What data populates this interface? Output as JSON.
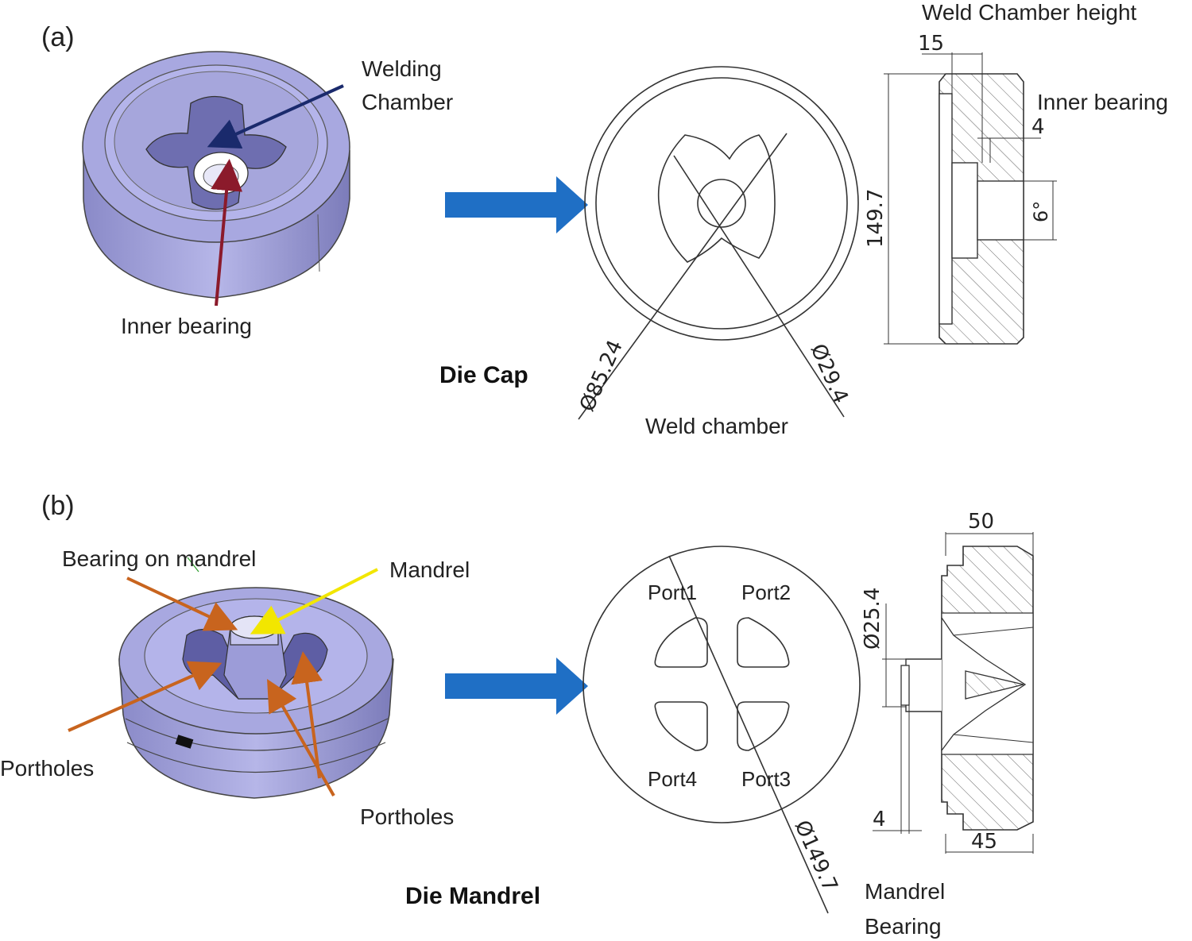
{
  "panel_a": {
    "tag": "(a)",
    "labels": {
      "welding_chamber_1": "Welding",
      "welding_chamber_2": "Chamber",
      "inner_bearing_3d": "Inner bearing",
      "die_cap": "Die Cap",
      "weld_chamber_height": "Weld Chamber height",
      "inner_bearing_side": "Inner bearing",
      "weld_chamber": "Weld chamber"
    },
    "dimensions": {
      "height_15": "15",
      "bearing_4": "4",
      "overall_149_7": "149.7",
      "angle_6": "6°",
      "dia_85_24": "Ø85.24",
      "dia_29_4": "Ø29.4"
    }
  },
  "panel_b": {
    "tag": "(b)",
    "labels": {
      "bearing_on_mandrel": "Bearing on mandrel",
      "mandrel": "Mandrel",
      "portholes_left": "Portholes",
      "portholes_right": "Portholes",
      "die_mandrel": "Die Mandrel",
      "mandrel_bearing_1": "Mandrel",
      "mandrel_bearing_2": "Bearing"
    },
    "ports": [
      "Port1",
      "Port2",
      "Port4",
      "Port3"
    ],
    "dimensions": {
      "width_50": "50",
      "width_45": "45",
      "dia_25_4": "Ø25.4",
      "bearing_4": "4",
      "dia_149_7": "Ø149.7"
    }
  },
  "colors": {
    "arrow_blue": "#1f6fc5",
    "navy_arrow": "#1a2a6c",
    "maroon_arrow": "#8b1a2b",
    "orange_arrow": "#c8641e",
    "yellow_arrow": "#f2e600",
    "part_fill": "#a8a8e0"
  }
}
